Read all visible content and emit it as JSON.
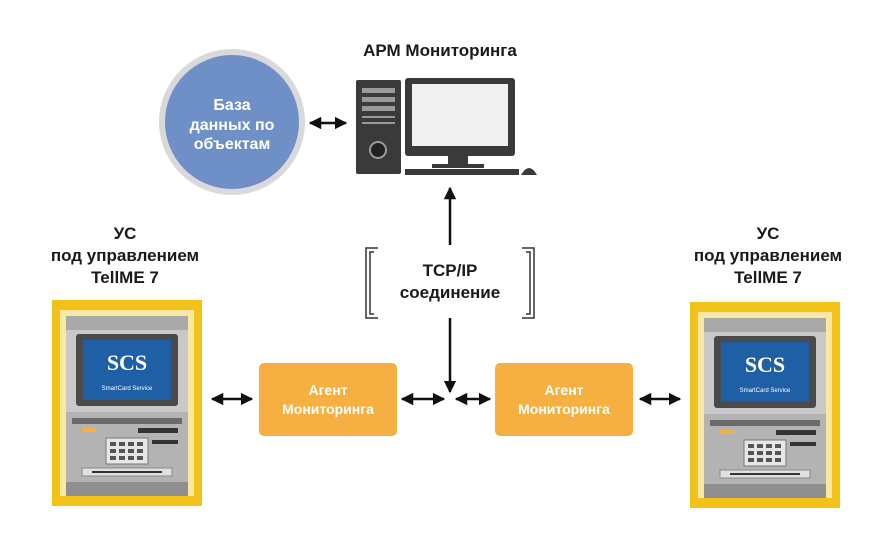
{
  "workstation": {
    "title": "АРМ Мониторинга"
  },
  "database": {
    "line1": "База",
    "line2": "данных по",
    "line3": "объектам"
  },
  "atm_left": {
    "line1": "УС",
    "line2": "под управлением",
    "line3": "TellME 7",
    "screen_logo": "SCS",
    "screen_caption": "SmartCard Service"
  },
  "atm_right": {
    "line1": "УС",
    "line2": "под управлением",
    "line3": "TellME 7",
    "screen_logo": "SCS",
    "screen_caption": "SmartCard Service"
  },
  "connection": {
    "line1": "TCP/IP",
    "line2": "соединение"
  },
  "agent_left": {
    "line1": "Агент",
    "line2": "Мониторинга"
  },
  "agent_right": {
    "line1": "Агент",
    "line2": "Мониторинга"
  },
  "colors": {
    "database_circle": "#6f8fc7",
    "agent_box": "#f5b041",
    "atm_frame": "#f2c21b",
    "atm_screen": "#1f5fa6",
    "computer": "#3a3a3a",
    "arrow": "#111111"
  }
}
